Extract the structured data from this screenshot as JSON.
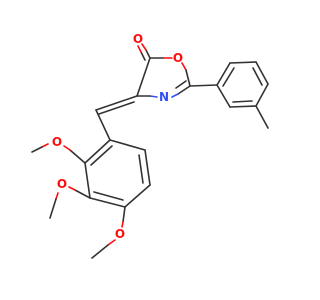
{
  "molecule": {
    "atoms": {
      "carbonyl_oxygen": {
        "symbol": "O",
        "color": "#ff0d0d"
      },
      "ring_oxygen": {
        "symbol": "O",
        "color": "#ff0d0d"
      },
      "ring_nitrogen": {
        "symbol": "N",
        "color": "#3050f8"
      },
      "methoxy_oxygen_1": {
        "symbol": "O",
        "color": "#ff0d0d"
      },
      "methoxy_oxygen_2": {
        "symbol": "O",
        "color": "#ff0d0d"
      },
      "methoxy_oxygen_3": {
        "symbol": "O",
        "color": "#ff0d0d"
      }
    },
    "bond_color": "#333333"
  }
}
